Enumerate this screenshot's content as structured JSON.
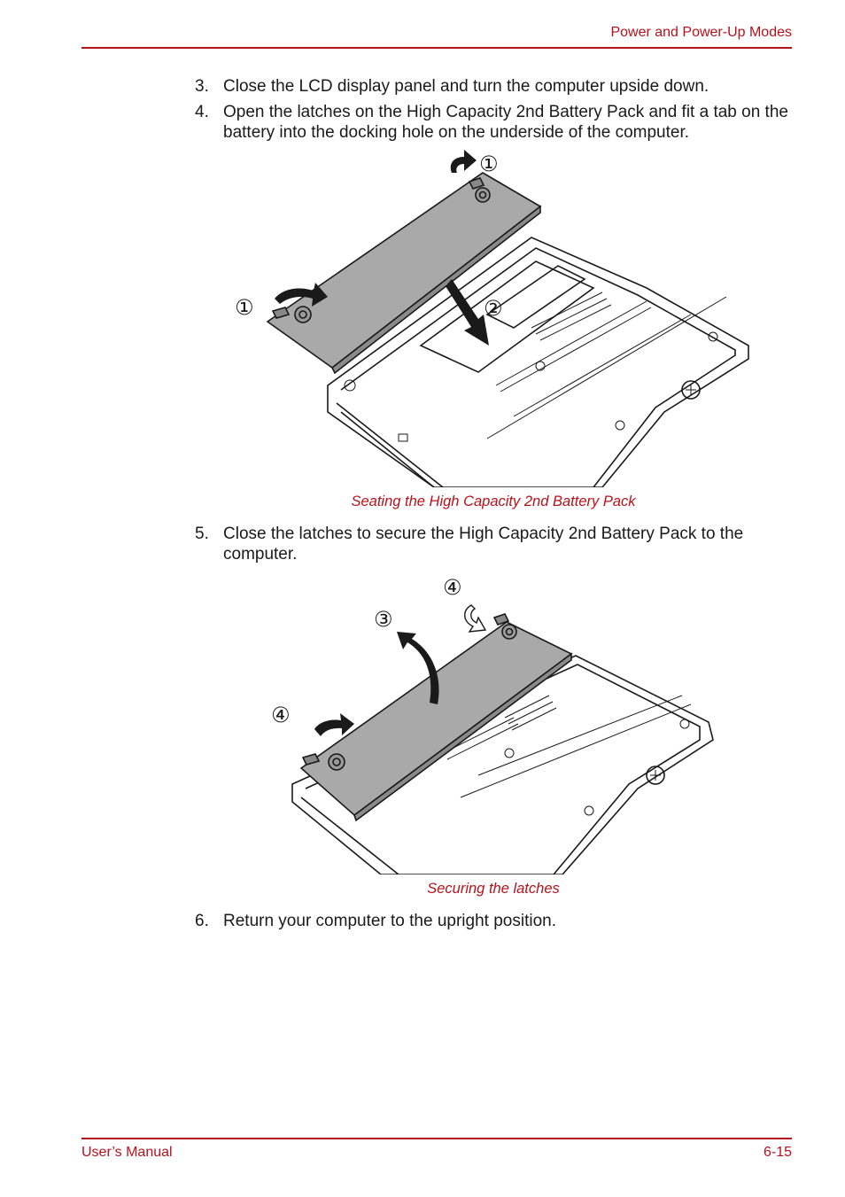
{
  "header": {
    "title": "Power and Power-Up Modes"
  },
  "steps": [
    {
      "num": "3.",
      "text": "Close the LCD display panel and turn the computer upside down."
    },
    {
      "num": "4.",
      "text": "Open the latches on the High Capacity 2nd Battery Pack and fit a tab on the battery into the docking hole on the underside of the computer."
    },
    {
      "num": "5.",
      "text": "Close the latches to secure the High Capacity 2nd Battery Pack to the computer."
    },
    {
      "num": "6.",
      "text": "Return your computer to the upright position."
    }
  ],
  "figures": [
    {
      "caption": "Seating the High Capacity 2nd Battery Pack",
      "callouts": [
        "①",
        "①",
        "②"
      ]
    },
    {
      "caption": "Securing the latches",
      "callouts": [
        "④",
        "③",
        "④"
      ]
    }
  ],
  "footer": {
    "left": "User’s Manual",
    "right": "6-15"
  }
}
